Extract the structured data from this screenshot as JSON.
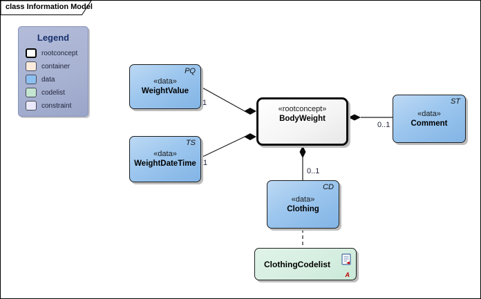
{
  "frame": {
    "title": "class Information Model"
  },
  "legend": {
    "title": "Legend",
    "items": [
      {
        "label": "rootconcept",
        "color": "#ffffff"
      },
      {
        "label": "container",
        "color": "#fcebdc"
      },
      {
        "label": "data",
        "color": "#8cc0f0"
      },
      {
        "label": "codelist",
        "color": "#c4e6d0"
      },
      {
        "label": "constraint",
        "color": "#e9e9fb"
      }
    ]
  },
  "classes": [
    {
      "stereotype": "«data»",
      "name": "WeightValue",
      "type_code": "PQ"
    },
    {
      "stereotype": "«data»",
      "name": "WeightDateTime",
      "type_code": "TS"
    },
    {
      "stereotype": "«rootconcept»",
      "name": "BodyWeight",
      "type_code": ""
    },
    {
      "stereotype": "«data»",
      "name": "Comment",
      "type_code": "ST"
    },
    {
      "stereotype": "«data»",
      "name": "Clothing",
      "type_code": "CD"
    },
    {
      "stereotype": "",
      "name": "ClothingCodelist",
      "type_code": "",
      "marker": "A",
      "icon": "linked-document-icon"
    }
  ],
  "connectors": [
    {
      "from": "WeightValue",
      "to": "BodyWeight",
      "type": "composition",
      "multiplicity": "1"
    },
    {
      "from": "WeightDateTime",
      "to": "BodyWeight",
      "type": "composition",
      "multiplicity": "1"
    },
    {
      "from": "Comment",
      "to": "BodyWeight",
      "type": "composition",
      "multiplicity": "0..1"
    },
    {
      "from": "Clothing",
      "to": "BodyWeight",
      "type": "composition",
      "multiplicity": "0..1"
    },
    {
      "from": "ClothingCodelist",
      "to": "Clothing",
      "type": "dependency",
      "multiplicity": ""
    }
  ],
  "colors": {
    "data_fill": "#8cc0f0",
    "rootconcept_fill": "#ffffff",
    "codelist_fill": "#d5eee0",
    "legend_bg": "#a7b1d1",
    "legend_title": "#17306e",
    "line": "#1a1a1a"
  }
}
